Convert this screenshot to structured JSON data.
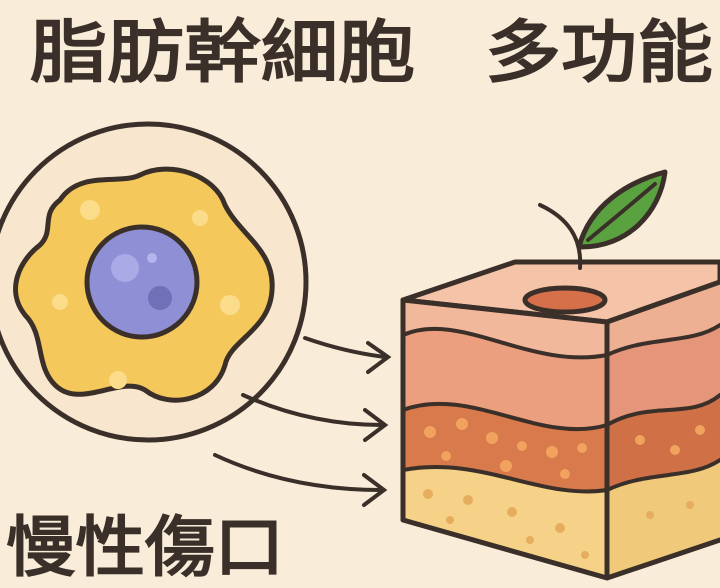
{
  "title": {
    "left": "脂肪幹細胞",
    "right": "多功能"
  },
  "label": {
    "bottom_left": "慢性傷口"
  },
  "colors": {
    "background": "#f9ecd9",
    "outline": "#3b3029",
    "cell": "#f5c85b",
    "nucleus": "#8e8fd4",
    "skin_top": "#f2b89c",
    "skin_middle": "#eb9f7f",
    "skin_dermis": "#d97a4d",
    "fat_layer": "#f5d288",
    "wound": "#d6704a",
    "leaf": "#5aa23f"
  },
  "icons": [
    "stem-cell-icon",
    "arrow-icon",
    "skin-block-icon",
    "sprout-icon"
  ]
}
